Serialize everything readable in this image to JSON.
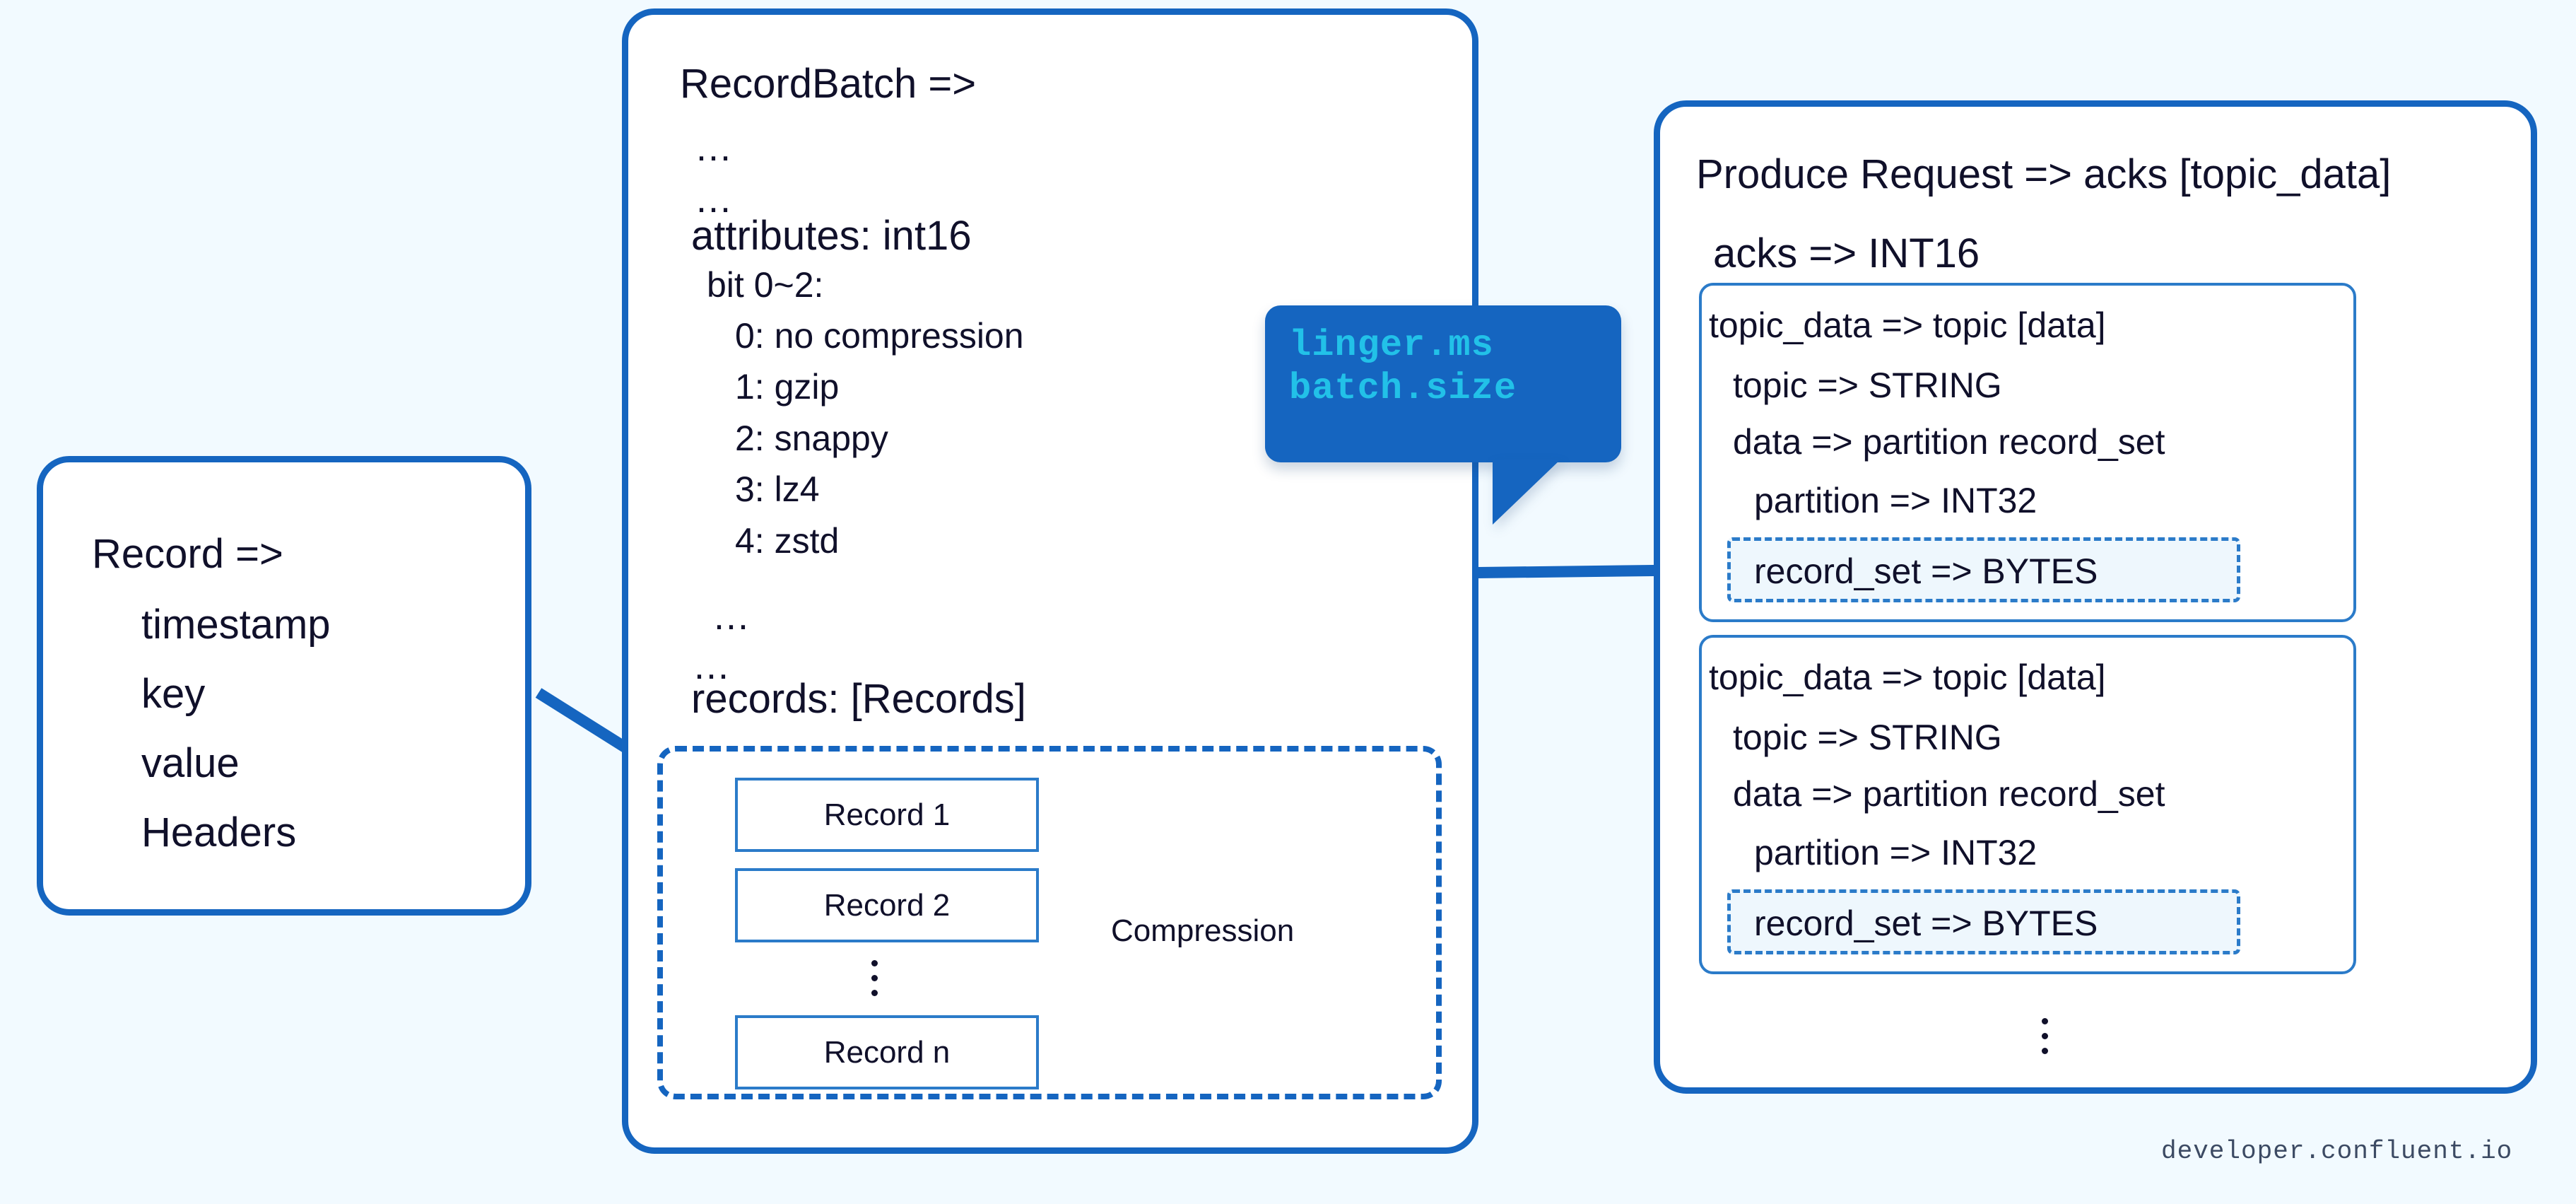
{
  "canvas": {
    "background": "#f2faff",
    "accent_blue": "#1565c0",
    "sub_blue": "#2b7bc9",
    "callout_text": "#22c1e8",
    "text_color": "#10102a"
  },
  "record_box": {
    "title": "Record =>",
    "fields": [
      "timestamp",
      "key",
      "value",
      "Headers"
    ]
  },
  "record_batch_box": {
    "title": "RecordBatch =>",
    "ellipsis_1": "...",
    "ellipsis_2": "...",
    "attributes_line": "attributes: int16",
    "bit_line": "bit 0~2:",
    "compression_codecs": [
      "0: no compression",
      "1: gzip",
      "2: snappy",
      "3: lz4",
      "4: zstd"
    ],
    "ellipsis_3": "...",
    "ellipsis_4": "...",
    "records_line": "records: [Records]",
    "compression_group": {
      "label": "Compression",
      "records": [
        "Record 1",
        "Record 2",
        "Record n"
      ],
      "vertical_ellipsis": "⋮"
    }
  },
  "callout": {
    "lines": [
      "linger.ms",
      "batch.size"
    ]
  },
  "produce_request_box": {
    "title": "Produce Request => acks [topic_data]",
    "acks_line": "acks => INT16",
    "topic_data_blocks": [
      {
        "header": "topic_data => topic [data]",
        "topic_line": "topic => STRING",
        "data_line": "data => partition record_set",
        "partition_line": "partition => INT32",
        "record_set_line": "record_set => BYTES"
      },
      {
        "header": "topic_data => topic [data]",
        "topic_line": "topic => STRING",
        "data_line": "data => partition record_set",
        "partition_line": "partition => INT32",
        "record_set_line": "record_set => BYTES"
      }
    ],
    "vertical_ellipsis": "⋮"
  },
  "footer": {
    "text": "developer.confluent.io"
  }
}
